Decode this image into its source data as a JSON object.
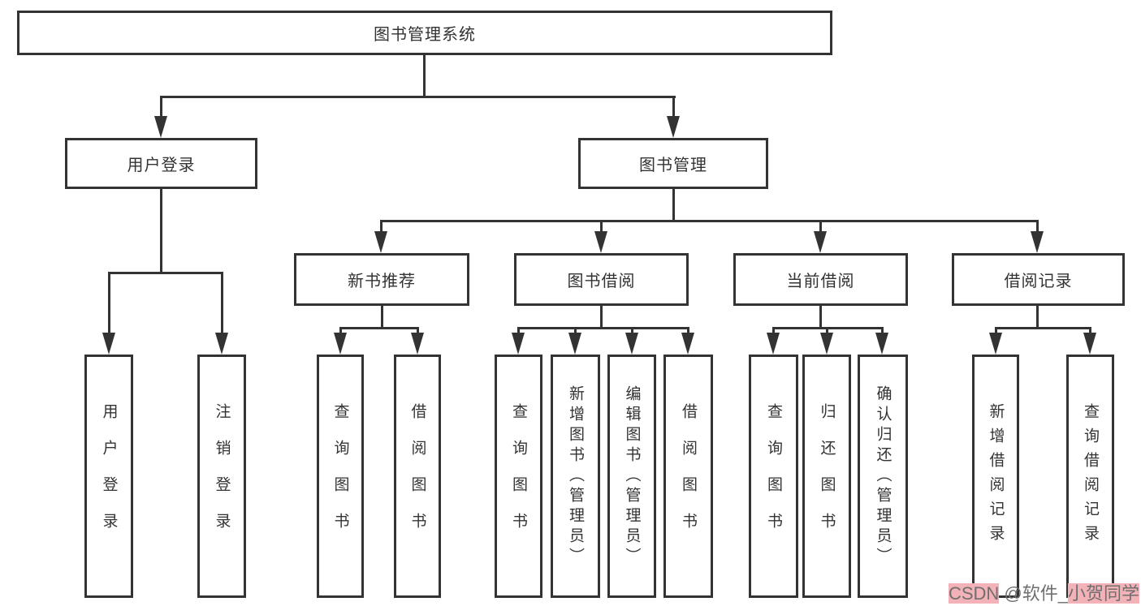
{
  "page": {
    "background": "#ffffff",
    "line_color": "#333333",
    "accent_watermark_pink": "#f3b2b8"
  },
  "diagram": {
    "type": "hierarchy-tree",
    "root": {
      "label": "图书管理系统"
    },
    "level2": [
      {
        "label": "用户登录"
      },
      {
        "label": "图书管理"
      }
    ],
    "level3": [
      {
        "label": "新书推荐",
        "parent": "图书管理"
      },
      {
        "label": "图书借阅",
        "parent": "图书管理"
      },
      {
        "label": "当前借阅",
        "parent": "图书管理"
      },
      {
        "label": "借阅记录",
        "parent": "图书管理"
      }
    ],
    "leaves": [
      {
        "label": "用户登录",
        "parent": "用户登录"
      },
      {
        "label": "注销登录",
        "parent": "用户登录"
      },
      {
        "label": "查询图书",
        "parent": "新书推荐"
      },
      {
        "label": "借阅图书",
        "parent": "新书推荐"
      },
      {
        "label": "查询图书",
        "parent": "图书借阅"
      },
      {
        "label": "新增图书（管理员）",
        "parent": "图书借阅"
      },
      {
        "label": "编辑图书（管理员）",
        "parent": "图书借阅"
      },
      {
        "label": "借阅图书",
        "parent": "图书借阅"
      },
      {
        "label": "查询图书",
        "parent": "当前借阅"
      },
      {
        "label": "归还图书",
        "parent": "当前借阅"
      },
      {
        "label": "确认归还（管理员）",
        "parent": "当前借阅"
      },
      {
        "label": "新增借阅记录",
        "parent": "借阅记录"
      },
      {
        "label": "查询借阅记录",
        "parent": "借阅记录"
      }
    ]
  },
  "watermark": {
    "seg1": "CSDN",
    "seg2": " @软件_",
    "seg3": "小贺同学"
  }
}
